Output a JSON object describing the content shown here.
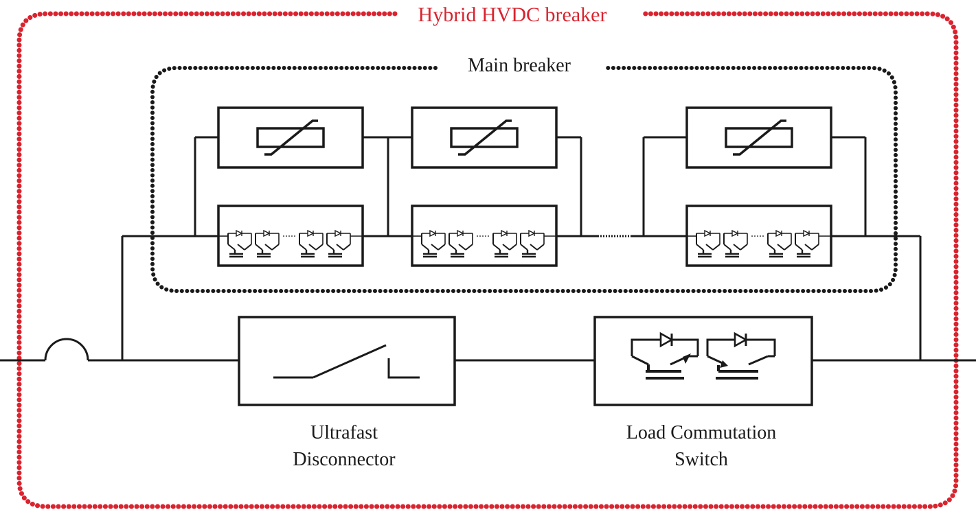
{
  "outer_frame": {
    "title": "Hybrid HVDC breaker",
    "color": "#d9232e"
  },
  "main_breaker": {
    "title": "Main breaker",
    "color": "#1a1a1a"
  },
  "ultrafast_disconnector": {
    "label_line1": "Ultrafast",
    "label_line2": "Disconnector"
  },
  "load_commutation_switch": {
    "label_line1": "Load Commutation",
    "label_line2": "Switch"
  },
  "colors": {
    "ink": "#1a1a1a",
    "background": "#ffffff",
    "frame_red": "#d9232e"
  }
}
